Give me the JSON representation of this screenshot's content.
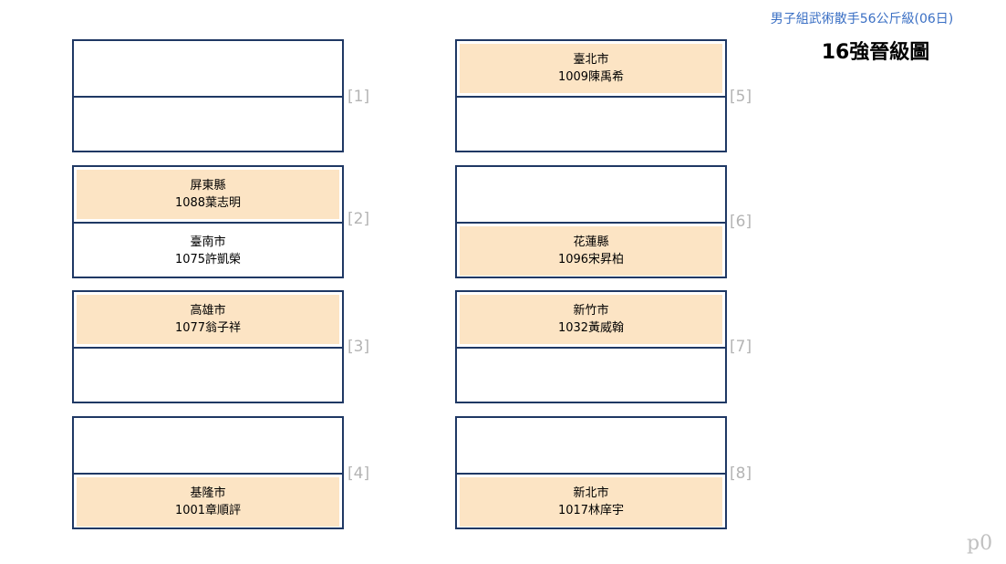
{
  "header": {
    "event_title": "男子組武術散手56公斤級(06日)",
    "bracket_title": "16強晉級圖"
  },
  "matches": [
    {
      "label": "[1]",
      "top": {
        "city": "",
        "player": "",
        "win": false
      },
      "bottom": {
        "city": "",
        "player": "",
        "win": false
      }
    },
    {
      "label": "[2]",
      "top": {
        "city": "屏東縣",
        "player": "1088葉志明",
        "win": true
      },
      "bottom": {
        "city": "臺南市",
        "player": "1075許凱榮",
        "win": false
      }
    },
    {
      "label": "[3]",
      "top": {
        "city": "高雄市",
        "player": "1077翁子祥",
        "win": true
      },
      "bottom": {
        "city": "",
        "player": "",
        "win": false
      }
    },
    {
      "label": "[4]",
      "top": {
        "city": "",
        "player": "",
        "win": false
      },
      "bottom": {
        "city": "基隆市",
        "player": "1001章順評",
        "win": true
      }
    },
    {
      "label": "[5]",
      "top": {
        "city": "臺北市",
        "player": "1009陳禹希",
        "win": true
      },
      "bottom": {
        "city": "",
        "player": "",
        "win": false
      }
    },
    {
      "label": "[6]",
      "top": {
        "city": "",
        "player": "",
        "win": false
      },
      "bottom": {
        "city": "花蓮縣",
        "player": "1096宋昇柏",
        "win": true
      }
    },
    {
      "label": "[7]",
      "top": {
        "city": "新竹市",
        "player": "1032黃威翰",
        "win": true
      },
      "bottom": {
        "city": "",
        "player": "",
        "win": false
      }
    },
    {
      "label": "[8]",
      "top": {
        "city": "",
        "player": "",
        "win": false
      },
      "bottom": {
        "city": "新北市",
        "player": "1017林庠宇",
        "win": true
      }
    }
  ],
  "footer": {
    "page_label": "p0"
  },
  "colors": {
    "winner_fill": "#fce4c4",
    "border": "#1f3864",
    "title_blue": "#3a6fc4",
    "match_number": "#b4b4b4"
  }
}
